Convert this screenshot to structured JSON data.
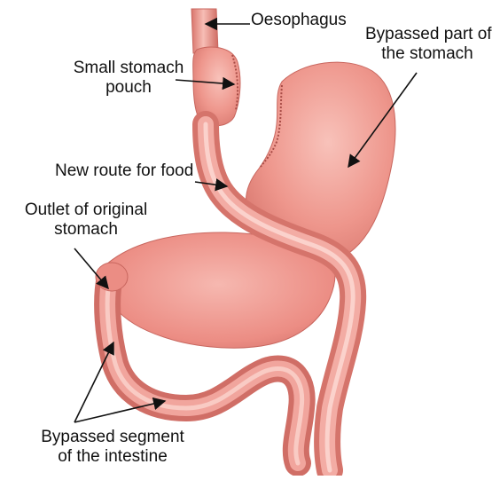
{
  "labels": {
    "oesophagus": "Oesophagus",
    "bypassed_part_line1": "Bypassed part of",
    "bypassed_part_line2": "the stomach",
    "small_pouch_line1": "Small stomach",
    "small_pouch_line2": "pouch",
    "new_route": "New route for food",
    "outlet_line1": "Outlet of original",
    "outlet_line2": "stomach",
    "bypassed_segment_line1": "Bypassed segment",
    "bypassed_segment_line2": "of the intestine"
  },
  "colors": {
    "tissue_light": "#f6b3ac",
    "tissue_mid": "#ec8f86",
    "tissue_dark": "#c9635b",
    "label_text": "#111111",
    "arrow": "#111111"
  }
}
